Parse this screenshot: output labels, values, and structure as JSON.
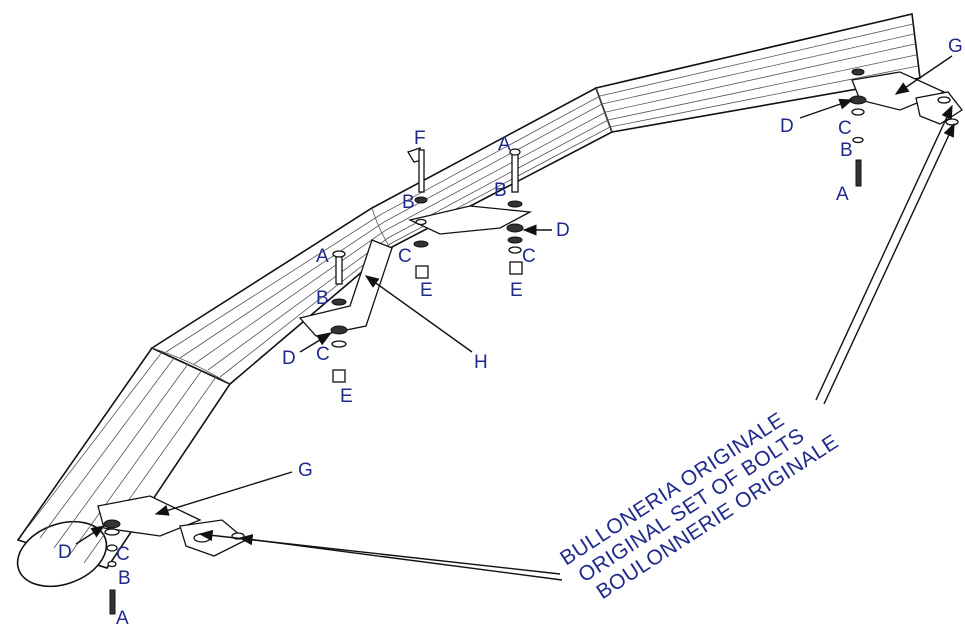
{
  "labels": {
    "A": "A",
    "B": "B",
    "C": "C",
    "D": "D",
    "E": "E",
    "F": "F",
    "G": "G",
    "H": "H"
  },
  "note": {
    "line1": "BULLONERIA ORIGINALE",
    "line2": "ORIGINAL SET OF BOLTS",
    "line3": "BOULONNERIE ORIGINALE"
  },
  "colors": {
    "label": "#1f2a8c",
    "line": "#111111"
  }
}
